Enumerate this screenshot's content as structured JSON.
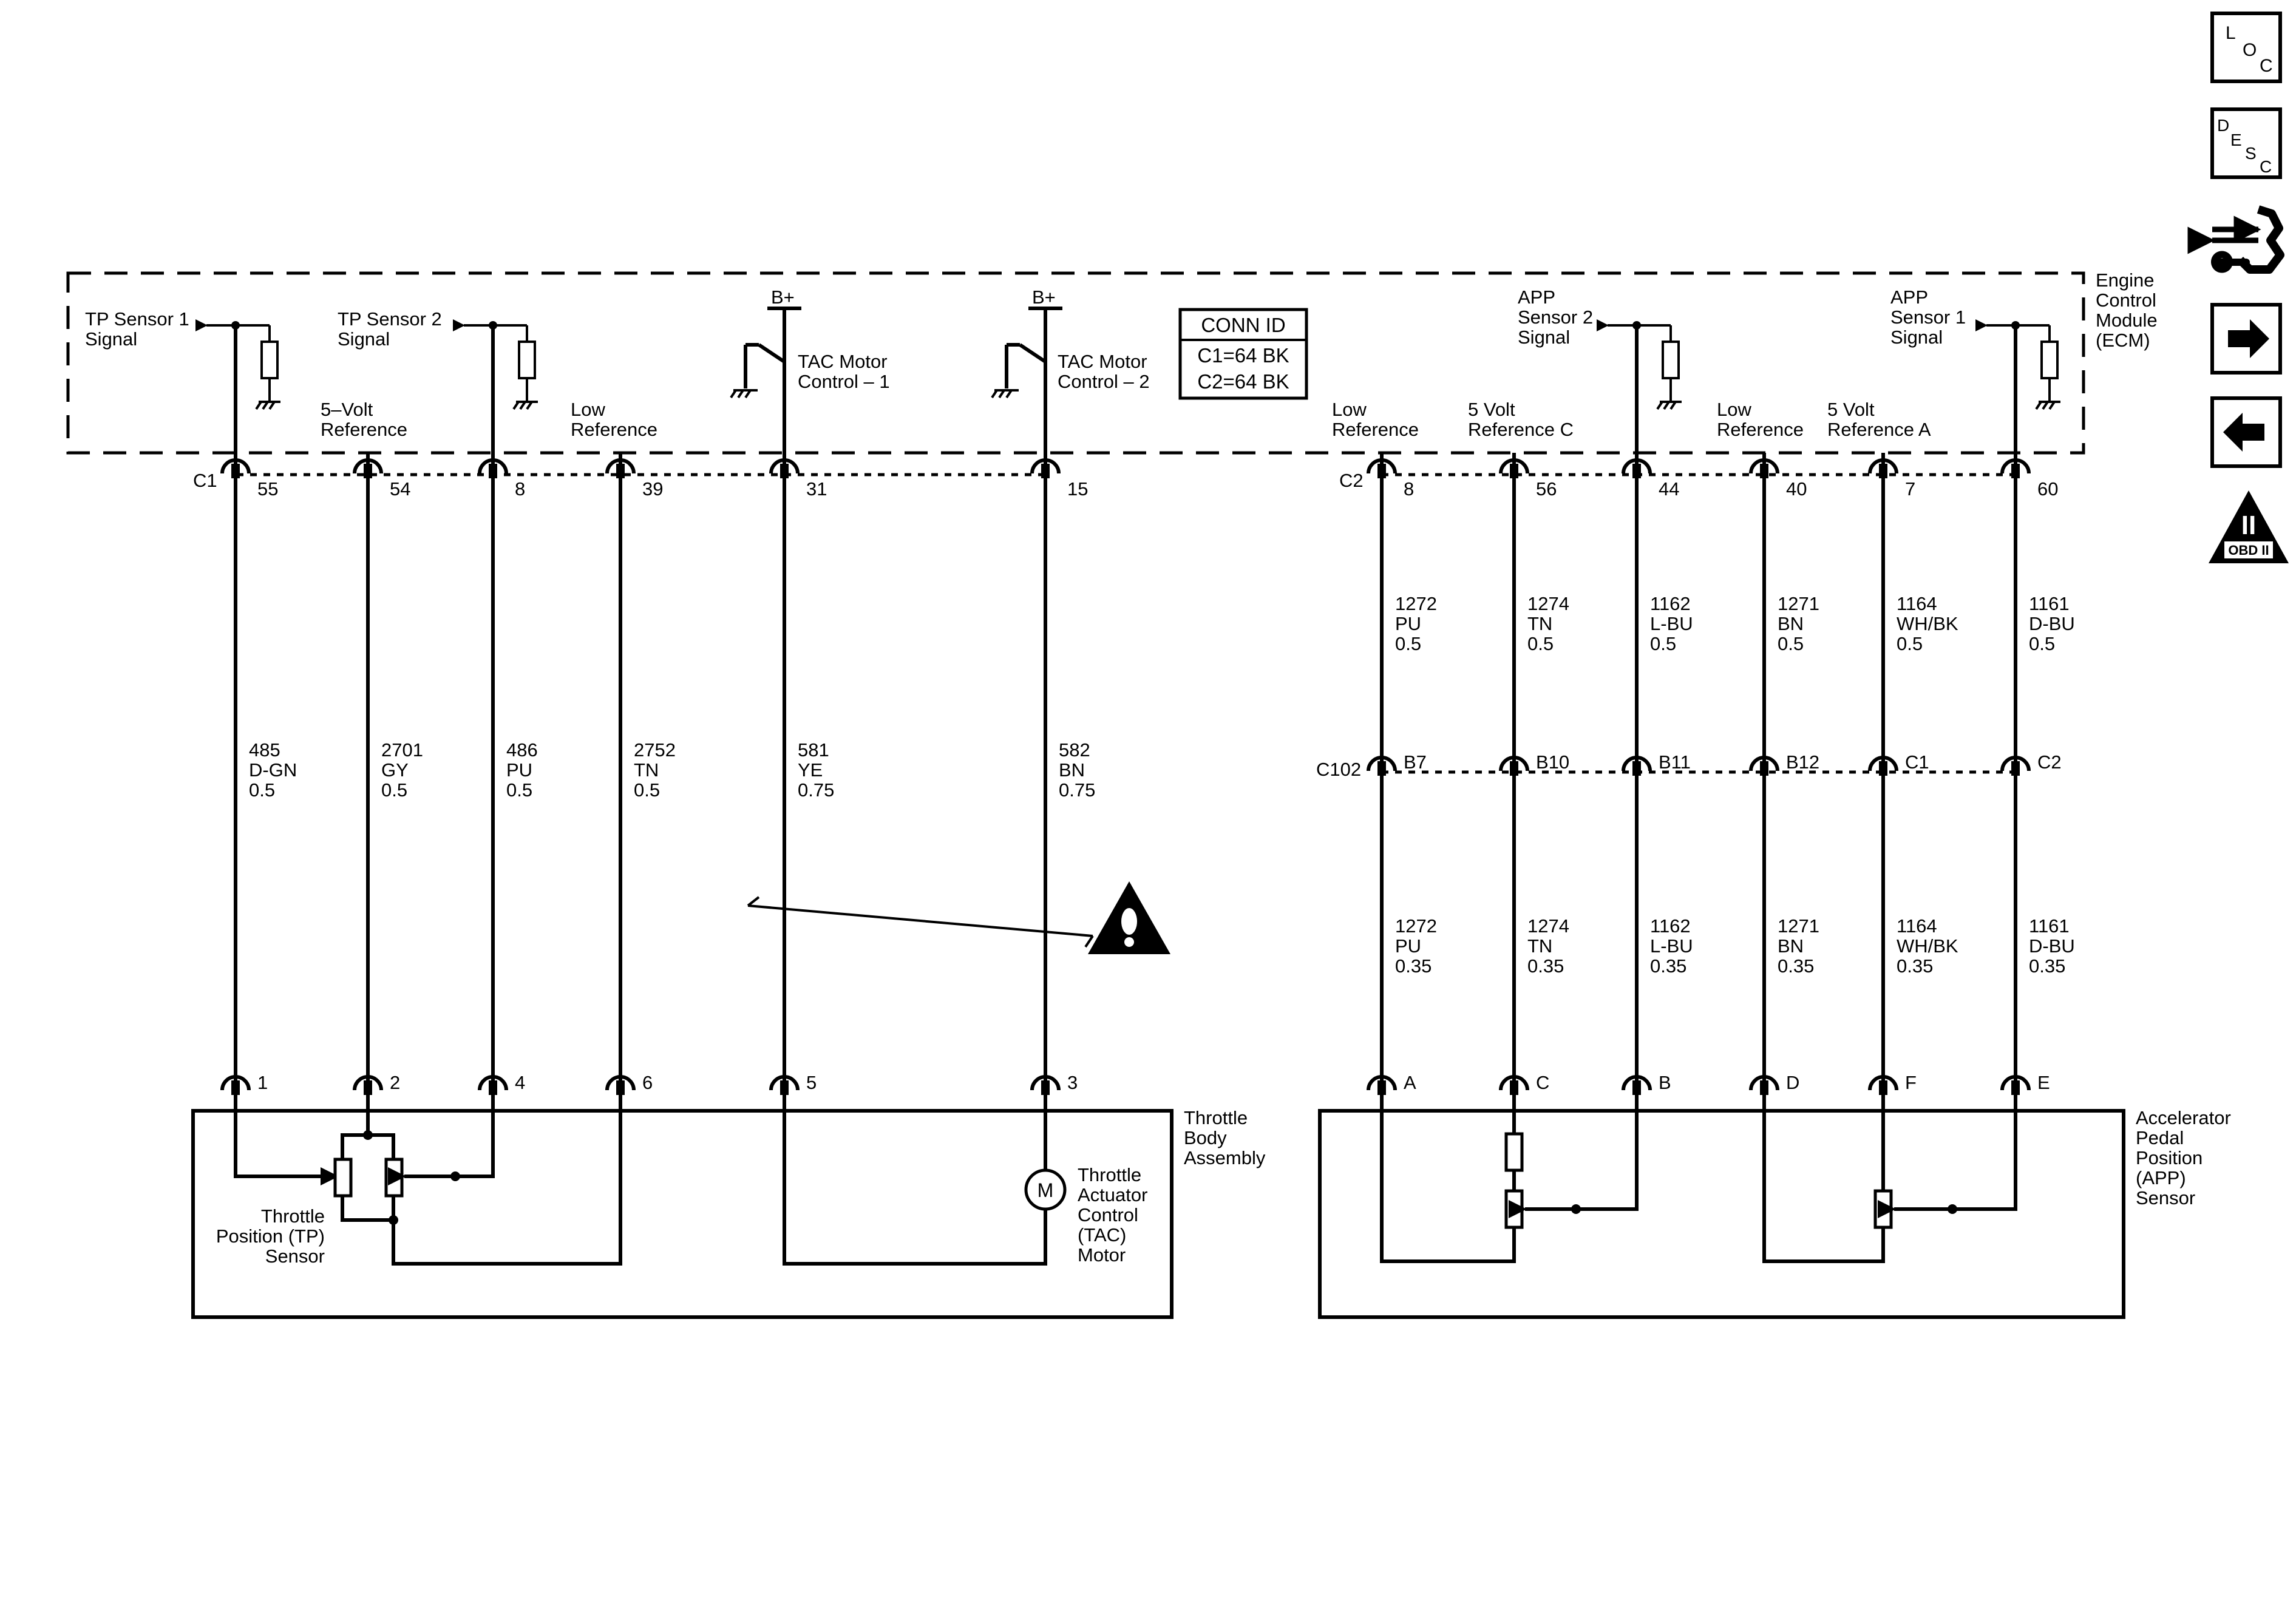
{
  "ecm_label": [
    "Engine",
    "Control",
    "Module",
    "(ECM)"
  ],
  "throttle_body_label": [
    "Throttle",
    "Body",
    "Assembly"
  ],
  "app_label": [
    "Accelerator",
    "Pedal",
    "Position",
    "(APP)",
    "Sensor"
  ],
  "tp_sensor_label": [
    "Throttle",
    "Position (TP)",
    "Sensor"
  ],
  "tac_motor_label": [
    "Throttle",
    "Actuator",
    "Control",
    "(TAC)",
    "Motor"
  ],
  "motor_symbol": "M",
  "conn_id": {
    "title": "CONN ID",
    "lines": [
      "C1=64 BK",
      "C2=64 BK"
    ]
  },
  "connectors": {
    "ecm_left": "C1",
    "ecm_right": "C2",
    "inline": "C102"
  },
  "bplus": "B+",
  "side_buttons": {
    "loc": [
      "L",
      "O",
      "C"
    ],
    "desc": [
      "D",
      "E",
      "S",
      "C"
    ],
    "obd": "OBD II",
    "obd_numeral": "II"
  },
  "circuits": [
    {
      "label": [
        "TP Sensor 1",
        "Signal"
      ],
      "pin": "55",
      "wire": [
        "485",
        "D-GN",
        "0.5"
      ],
      "device_pin": "1"
    },
    {
      "label": [
        "5–Volt",
        "Reference"
      ],
      "pin": "54",
      "wire": [
        "2701",
        "GY",
        "0.5"
      ],
      "device_pin": "2"
    },
    {
      "label": [
        "TP Sensor 2",
        "Signal"
      ],
      "pin": "8",
      "wire": [
        "486",
        "PU",
        "0.5"
      ],
      "device_pin": "4"
    },
    {
      "label": [
        "Low",
        "Reference"
      ],
      "pin": "39",
      "wire": [
        "2752",
        "TN",
        "0.5"
      ],
      "device_pin": "6"
    },
    {
      "label": [
        "TAC Motor",
        "Control – 1"
      ],
      "pin": "31",
      "wire": [
        "581",
        "YE",
        "0.75"
      ],
      "device_pin": "5"
    },
    {
      "label": [
        "TAC Motor",
        "Control – 2"
      ],
      "pin": "15",
      "wire": [
        "582",
        "BN",
        "0.75"
      ],
      "device_pin": "3"
    },
    {
      "label": [
        "Low",
        "Reference"
      ],
      "pin": "8",
      "wire_top": [
        "1272",
        "PU",
        "0.5"
      ],
      "inline_pin": "B7",
      "wire_bottom": [
        "1272",
        "PU",
        "0.35"
      ],
      "device_pin": "A"
    },
    {
      "label": [
        "5 Volt",
        "Reference C"
      ],
      "pin": "56",
      "wire_top": [
        "1274",
        "TN",
        "0.5"
      ],
      "inline_pin": "B10",
      "wire_bottom": [
        "1274",
        "TN",
        "0.35"
      ],
      "device_pin": "C"
    },
    {
      "label": [
        "APP",
        "Sensor 2",
        "Signal"
      ],
      "pin": "44",
      "wire_top": [
        "1162",
        "L-BU",
        "0.5"
      ],
      "inline_pin": "B11",
      "wire_bottom": [
        "1162",
        "L-BU",
        "0.35"
      ],
      "device_pin": "B"
    },
    {
      "label": [
        "Low",
        "Reference"
      ],
      "pin": "40",
      "wire_top": [
        "1271",
        "BN",
        "0.5"
      ],
      "inline_pin": "B12",
      "wire_bottom": [
        "1271",
        "BN",
        "0.35"
      ],
      "device_pin": "D"
    },
    {
      "label": [
        "5 Volt",
        "Reference A"
      ],
      "pin": "7",
      "wire_top": [
        "1164",
        "WH/BK",
        "0.5"
      ],
      "inline_pin": "C1",
      "wire_bottom": [
        "1164",
        "WH/BK",
        "0.35"
      ],
      "device_pin": "F"
    },
    {
      "label": [
        "APP",
        "Sensor 1",
        "Signal"
      ],
      "pin": "60",
      "wire_top": [
        "1161",
        "D-BU",
        "0.5"
      ],
      "inline_pin": "C2",
      "wire_bottom": [
        "1161",
        "D-BU",
        "0.35"
      ],
      "device_pin": "E"
    }
  ]
}
